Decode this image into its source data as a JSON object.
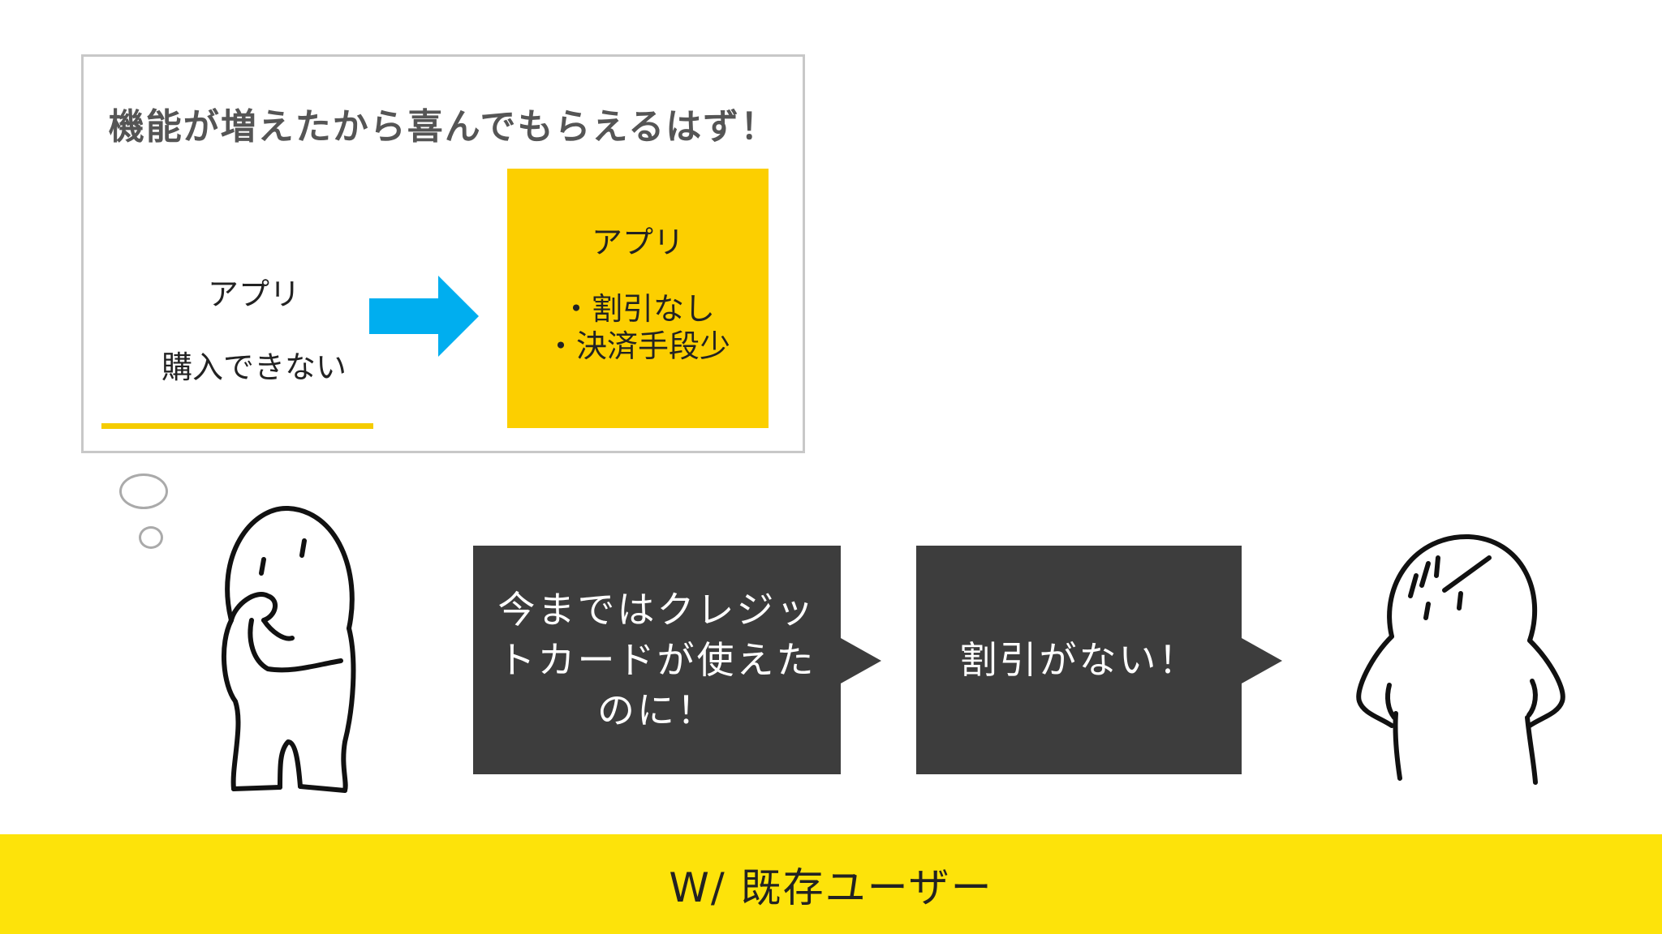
{
  "thought": {
    "title": "機能が増えたから喜んでもらえるはず！",
    "before": {
      "line1": "アプリ",
      "line2": "購入できない"
    },
    "after": {
      "title": "アプリ",
      "items": [
        "・割引なし",
        "・決済手段少"
      ]
    }
  },
  "callouts": [
    {
      "lines": [
        "今まではクレジッ",
        "トカードが使えた",
        "のに！"
      ]
    },
    {
      "lines": [
        "割引がない！"
      ]
    }
  ],
  "footer": {
    "label": "W/ 既存ユーザー"
  },
  "colors": {
    "accent_yellow": "#fccf00",
    "band_yellow": "#fde30a",
    "arrow_blue": "#00aeef",
    "callout_dark": "#3d3d3d",
    "border_gray": "#c8c8c8"
  }
}
